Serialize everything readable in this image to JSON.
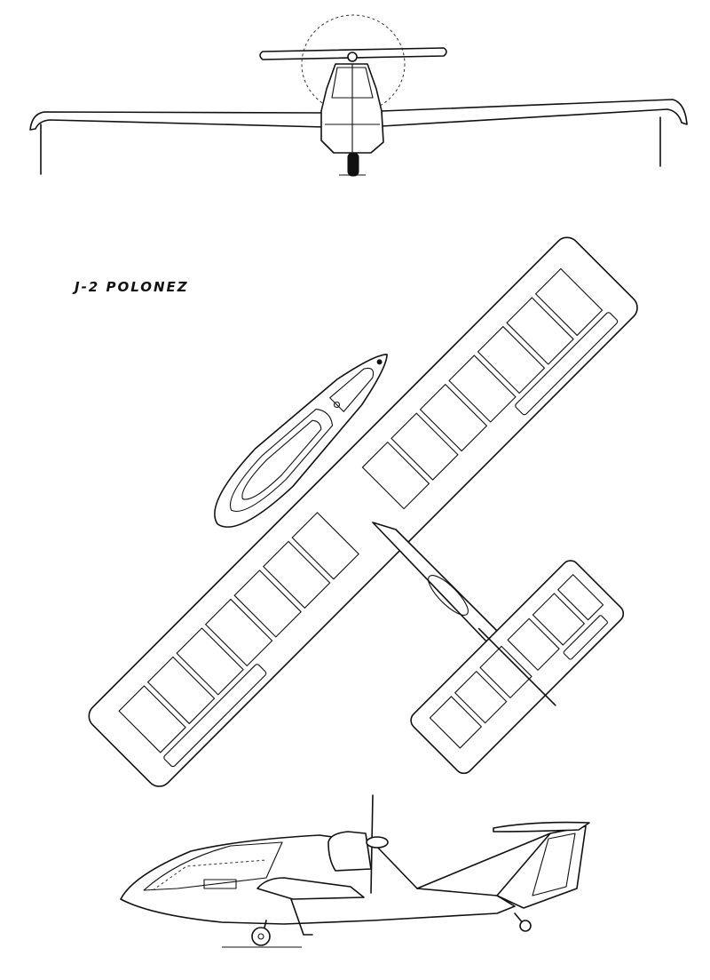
{
  "drawing": {
    "title": "J-2 POLONEZ",
    "views": [
      "front",
      "top",
      "side"
    ]
  },
  "colors": {
    "line": "#111111",
    "background": "#ffffff"
  }
}
